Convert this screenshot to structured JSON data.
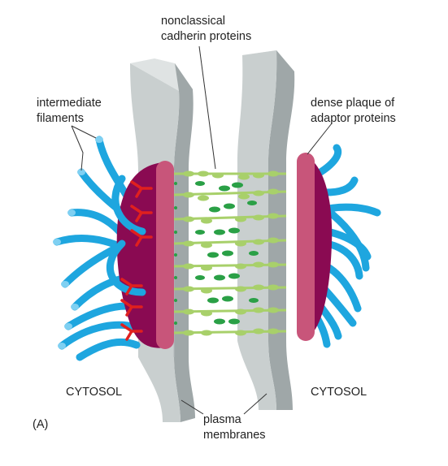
{
  "labels": {
    "top_line1": "nonclassical",
    "top_line2": "cadherin proteins",
    "left_line1": "intermediate",
    "left_line2": "filaments",
    "right_line1": "dense plaque of",
    "right_line2": "adaptor proteins",
    "cytosol_left": "CYTOSOL",
    "cytosol_right": "CYTOSOL",
    "bottom_line1": "plasma",
    "bottom_line2": "membranes",
    "panel": "(A)"
  },
  "colors": {
    "membrane_face": "#c9cfcf",
    "membrane_light": "#dfe3e3",
    "membrane_dark": "#9fa7a8",
    "plaque": "#8a0a52",
    "plaque_bar": "#c8557a",
    "filament": "#1ea6df",
    "adaptor": "#e0201e",
    "cadherin_light": "#a8d06a",
    "cadherin_dark": "#2aa046",
    "leader": "#333333"
  },
  "icons": {
    "filament": "intermediate-filament-icon",
    "cadherin": "cadherin-protein-icon",
    "adaptor": "adaptor-protein-icon"
  }
}
